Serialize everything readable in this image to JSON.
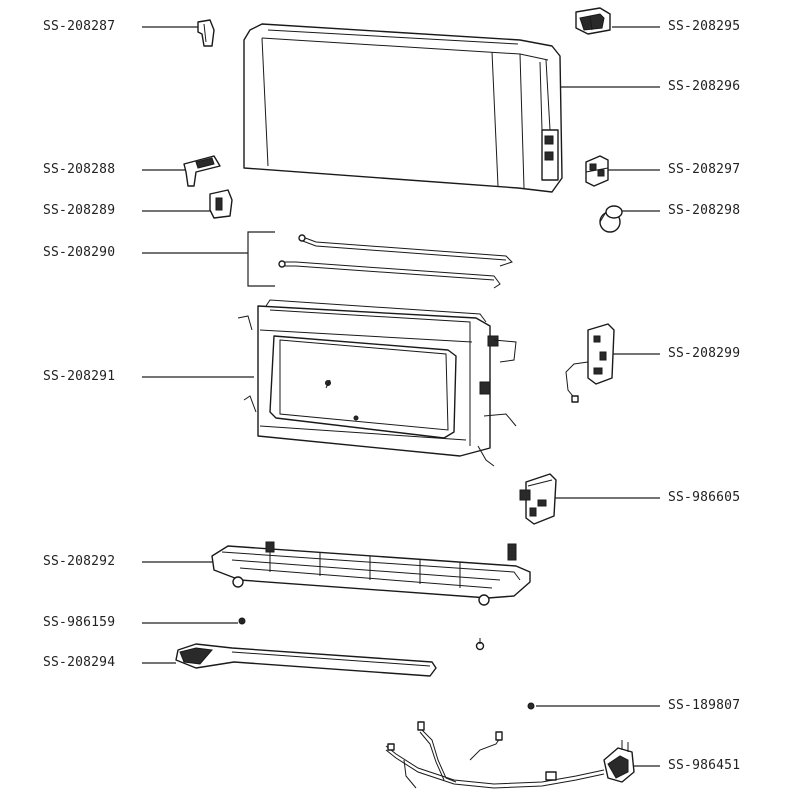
{
  "labels": {
    "p208287": "SS-208287",
    "p208288": "SS-208288",
    "p208289": "SS-208289",
    "p208290": "SS-208290",
    "p208291": "SS-208291",
    "p208292": "SS-208292",
    "p986159": "SS-986159",
    "p208294": "SS-208294",
    "p208295": "SS-208295",
    "p208296": "SS-208296",
    "p208297": "SS-208297",
    "p208298": "SS-208298",
    "p208299": "SS-208299",
    "p986605": "SS-986605",
    "p189807": "SS-189807",
    "p986451": "SS-986451"
  },
  "colors": {
    "line": "#1a1a1a",
    "background": "#ffffff"
  }
}
